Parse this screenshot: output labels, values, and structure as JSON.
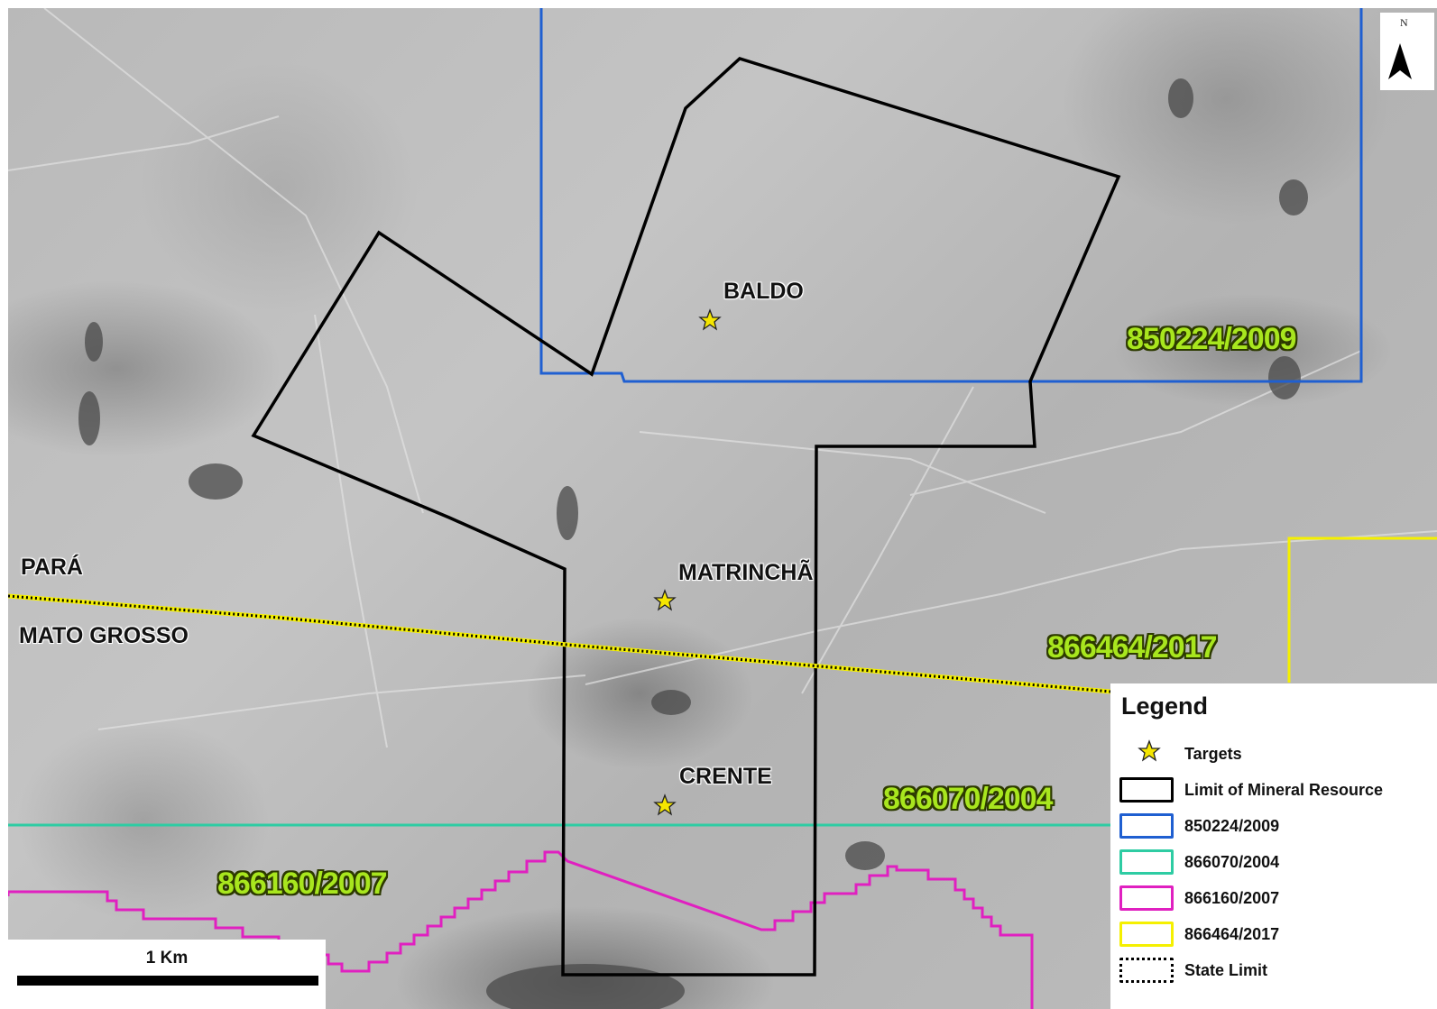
{
  "map": {
    "place_labels": {
      "baldo": "BALDO",
      "matrincha": "MATRINCHÃ",
      "crente": "CRENTE",
      "para": "PARÁ",
      "mato_grosso": "MATO GROSSO"
    },
    "claim_labels": {
      "c850224": "850224/2009",
      "c866464": "866464/2017",
      "c866070": "866070/2004",
      "c866160": "866160/2007"
    },
    "north_arrow": {
      "letter": "N",
      "icon": "north-arrow-icon"
    },
    "scale_bar": {
      "label": "1 Km"
    }
  },
  "legend": {
    "title": "Legend",
    "items": [
      {
        "label": "Targets",
        "icon": "star-icon",
        "color": "#f5e600"
      },
      {
        "label": "Limit of Mineral Resource",
        "color": "#000000"
      },
      {
        "label": "850224/2009",
        "color": "#1f5fd1"
      },
      {
        "label": "866070/2004",
        "color": "#2ecca3"
      },
      {
        "label": "866160/2007",
        "color": "#e020c0"
      },
      {
        "label": "866464/2017",
        "color": "#f5f000"
      },
      {
        "label": "State Limit",
        "color": "#000000",
        "style": "dotted"
      }
    ]
  },
  "colors": {
    "claim_850224": "#1f5fd1",
    "claim_866070": "#2ecca3",
    "claim_866160": "#e020c0",
    "claim_866464": "#f5f000",
    "resource_limit": "#000000",
    "target_star": "#f5e600",
    "claim_label_fill": "#a8e61e"
  }
}
